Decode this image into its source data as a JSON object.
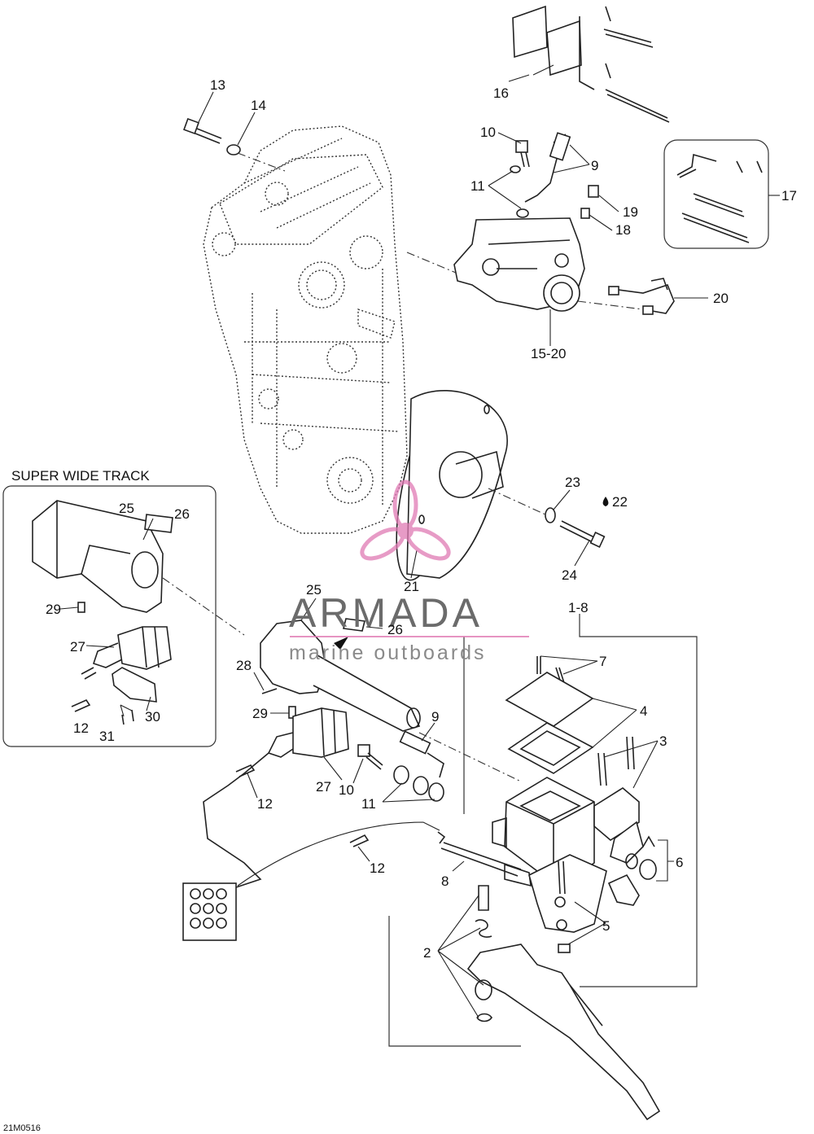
{
  "labels": {
    "l13": "13",
    "l14": "14",
    "l16": "16",
    "l10a": "10",
    "l9a": "9",
    "l11a": "11",
    "l19": "19",
    "l18": "18",
    "l17": "17",
    "l20": "20",
    "l1520": "15-20",
    "l23": "23",
    "l22": "22",
    "l24": "24",
    "l21": "21",
    "l25a": "25",
    "l26a": "26",
    "l29a": "29",
    "l27a": "27",
    "l12a": "12",
    "l31": "31",
    "l30": "30",
    "l25b": "25",
    "l26b": "26",
    "l28": "28",
    "l29b": "29",
    "l9b": "9",
    "l27b": "27",
    "l10b": "10",
    "l11b": "11",
    "l12b": "12",
    "l12c": "12",
    "l18b": "1-8",
    "l7": "7",
    "l4": "4",
    "l3": "3",
    "l6": "6",
    "l8": "8",
    "l5": "5",
    "l2": "2"
  },
  "section_title": "SUPER WIDE TRACK",
  "watermark": {
    "brand": "ARMADA",
    "tagline": "marine outboards",
    "accent": "#e07ab4"
  },
  "diagram_code": "21M0516"
}
